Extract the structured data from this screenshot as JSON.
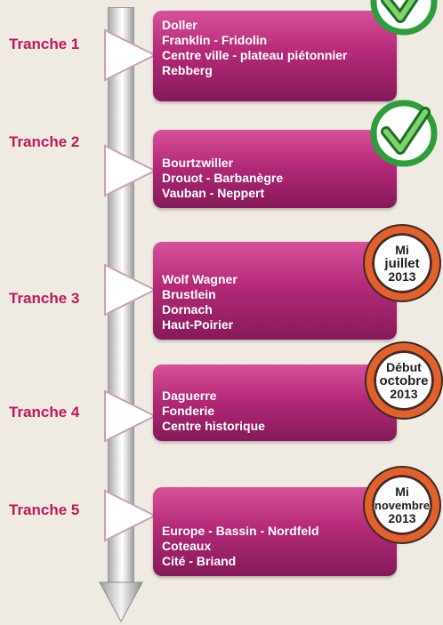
{
  "tranches": [
    {
      "label": "Tranche 1",
      "lines": [
        "Doller",
        "Franklin - Fridolin",
        "Centre ville - plateau piétonnier",
        "Rebberg"
      ],
      "status": "done"
    },
    {
      "label": "Tranche 2",
      "lines": [
        "Bourtzwiller",
        "Drouot - Barbanègre",
        "Vauban - Neppert"
      ],
      "status": "done"
    },
    {
      "label": "Tranche 3",
      "lines": [
        "Wolf Wagner",
        "Brustlein",
        "Dornach",
        "Haut-Poirier"
      ],
      "status": "scheduled",
      "stamp": [
        "Mi",
        "juillet",
        "2013"
      ]
    },
    {
      "label": "Tranche 4",
      "lines": [
        "Daguerre",
        "Fonderie",
        "Centre historique"
      ],
      "status": "scheduled",
      "stamp": [
        "Début",
        "octobre",
        "2013"
      ]
    },
    {
      "label": "Tranche 5",
      "lines": [
        "Europe - Bassin - Nordfeld",
        "Coteaux",
        "Cité - Briand"
      ],
      "status": "scheduled",
      "stamp": [
        "Mi",
        "novembre",
        "2013"
      ]
    }
  ],
  "colors": {
    "label": "#c2185b",
    "card_top": "#d8509a",
    "card_bottom": "#86195a",
    "check_green": "#2e9e3a",
    "stamp_orange": "#e4602a",
    "background": "#efeae2"
  },
  "icons": {
    "done": "checkmark-badge-icon",
    "scheduled": "date-stamp-icon",
    "timeline": "down-arrow-icon"
  }
}
